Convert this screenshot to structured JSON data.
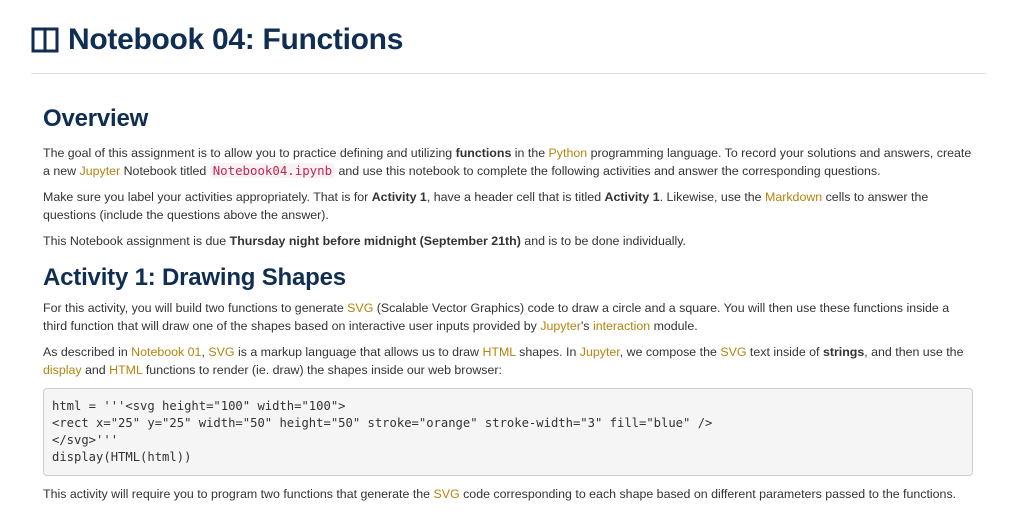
{
  "header": {
    "title": "Notebook 04: Functions",
    "icon": "book-open-icon"
  },
  "overview": {
    "heading": "Overview",
    "p1": {
      "t1": "The goal of this assignment is to allow you to practice defining and utilizing ",
      "b1": "functions",
      "t2": " in the ",
      "l1": "Python",
      "t3": " programming language. To record your solutions and answers, create a new ",
      "l2": "Jupyter",
      "t4": " Notebook titled ",
      "code": "Notebook04.ipynb",
      "t5": " and use this notebook to complete the following activities and answer the corresponding questions."
    },
    "p2": {
      "t1": "Make sure you label your activities appropriately. That is for ",
      "b1": "Activity 1",
      "t2": ", have a header cell that is titled ",
      "b2": "Activity 1",
      "t3": ". Likewise, use the ",
      "l1": "Markdown",
      "t4": " cells to answer the questions (include the questions above the answer)."
    },
    "p3": {
      "t1": "This Notebook assignment is due ",
      "b1": "Thursday night before midnight (September 21th)",
      "t2": " and is to be done individually."
    }
  },
  "activity1": {
    "heading": "Activity 1: Drawing Shapes",
    "p1": {
      "t1": "For this activity, you will build two functions to generate ",
      "l1": "SVG",
      "t2": " (Scalable Vector Graphics) code to draw a circle and a square. You will then use these functions inside a third function that will draw one of the shapes based on interactive user inputs provided by ",
      "l2": "Jupyter",
      "t3": "'s ",
      "l3": "interaction",
      "t4": " module."
    },
    "p2": {
      "t1": "As described in ",
      "l1": "Notebook 01",
      "t2": ", ",
      "l2": "SVG",
      "t3": " is a markup language that allows us to draw ",
      "l3": "HTML",
      "t4": " shapes. In ",
      "l4": "Jupyter",
      "t5": ", we compose the ",
      "l5": "SVG",
      "t6": " text inside of ",
      "b1": "strings",
      "t7": ", and then use the ",
      "l6": "display",
      "t8": " and ",
      "l7": "HTML",
      "t9": " functions to render (ie. draw) the shapes inside our web browser:"
    },
    "code": "html = '''<svg height=\"100\" width=\"100\">\n<rect x=\"25\" y=\"25\" width=\"50\" height=\"50\" stroke=\"orange\" stroke-width=\"3\" fill=\"blue\" />\n</svg>'''\ndisplay(HTML(html))",
    "p3": {
      "t1": "This activity will require you to program two functions that generate the ",
      "l1": "SVG",
      "t2": " code corresponding to each shape based on different parameters passed to the functions."
    }
  },
  "colors": {
    "heading": "#0f2e52",
    "link": "#b5830f",
    "inline_code": "#c7254e"
  }
}
